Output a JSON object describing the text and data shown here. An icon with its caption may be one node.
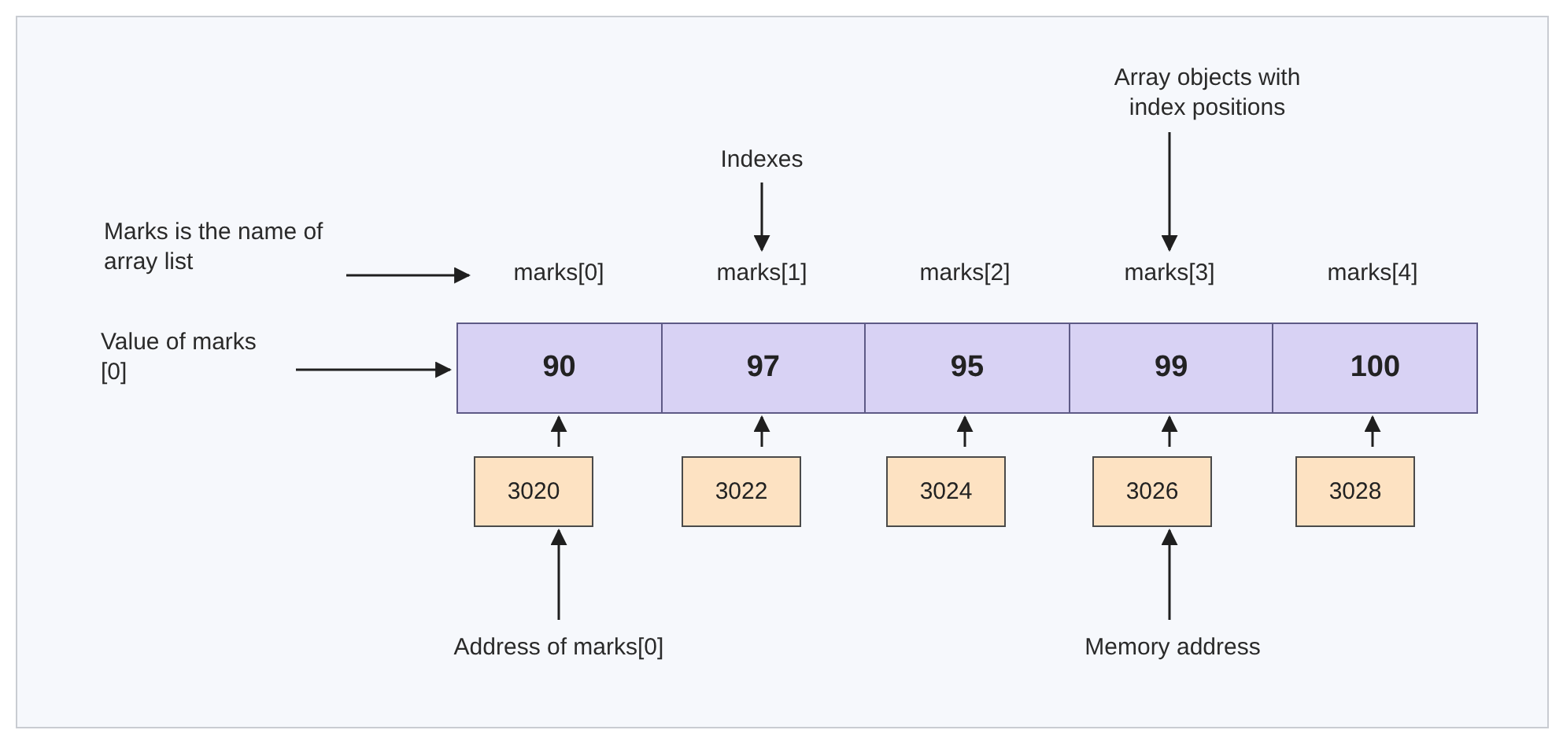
{
  "diagram": {
    "nodes": [
      {
        "text": [
          "Marks is the name of array list"
        ]
      },
      {
        "text": [
          "Indexes"
        ]
      },
      {
        "text": [
          "Array objects with index positions"
        ]
      },
      {
        "text": [
          "marks[0]"
        ]
      },
      {
        "text": [
          "marks[1]"
        ]
      },
      {
        "text": [
          "marks[2]"
        ]
      },
      {
        "text": [
          "marks[3]"
        ]
      },
      {
        "text": [
          "marks[4]"
        ]
      },
      {
        "text": [
          "Value of marks [0]"
        ]
      },
      {
        "text": [
          "90"
        ]
      },
      {
        "text": [
          "97"
        ]
      },
      {
        "text": [
          "95"
        ]
      },
      {
        "text": [
          "99"
        ]
      },
      {
        "text": [
          "100"
        ]
      },
      {
        "text": [
          "3020"
        ]
      },
      {
        "text": [
          "3022"
        ]
      },
      {
        "text": [
          "3024"
        ]
      },
      {
        "text": [
          "3026"
        ]
      },
      {
        "text": [
          "3028"
        ]
      },
      {
        "text": [
          "Address of marks[0]"
        ]
      },
      {
        "text": [
          "Memory address"
        ]
      }
    ],
    "edges": [
      {
        "from": 0,
        "to": 3,
        "arrow": "to"
      },
      {
        "from": 1,
        "to": 4,
        "arrow": "to"
      },
      {
        "from": 2,
        "to": 6,
        "arrow": "to"
      },
      {
        "from": 8,
        "to": 9,
        "arrow": "to"
      },
      {
        "from": 14,
        "to": 9,
        "arrow": "to"
      },
      {
        "from": 15,
        "to": 10,
        "arrow": "to"
      },
      {
        "from": 16,
        "to": 11,
        "arrow": "to"
      },
      {
        "from": 17,
        "to": 12,
        "arrow": "to"
      },
      {
        "from": 18,
        "to": 13,
        "arrow": "to"
      },
      {
        "from": 19,
        "to": 14,
        "arrow": "to"
      },
      {
        "from": 20,
        "to": 17,
        "arrow": "to"
      }
    ]
  }
}
